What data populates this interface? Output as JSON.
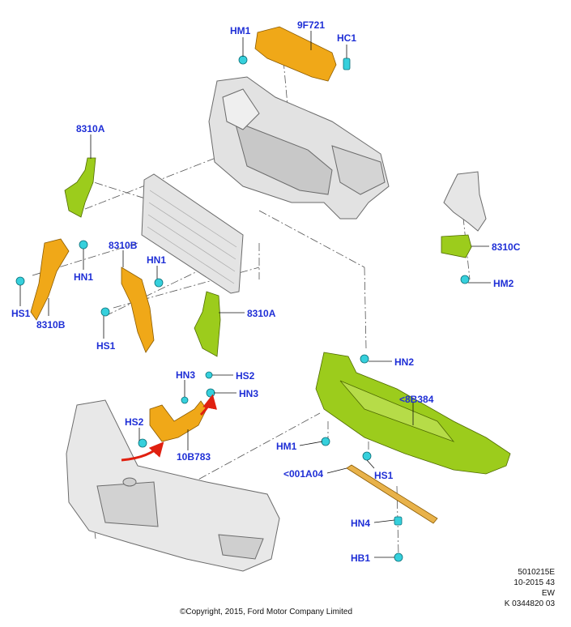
{
  "labels": {
    "hm1_top": "HM1",
    "p9f721": "9F721",
    "hc1": "HC1",
    "p8310a_top": "8310A",
    "hn1_left": "HN1",
    "hs1_left": "HS1",
    "p8310b_left": "8310B",
    "p8310b_mid": "8310B",
    "hn1_mid": "HN1",
    "hs1_mid": "HS1",
    "p8310a_mid": "8310A",
    "p8310c": "8310C",
    "hm2": "HM2",
    "hn2": "HN2",
    "p8b384": "<8B384",
    "hn3_top": "HN3",
    "hs2_right": "HS2",
    "hn3_right": "HN3",
    "hs2_left": "HS2",
    "p10b783": "10B783",
    "hm1_bottom": "HM1",
    "hs1_bottom": "HS1",
    "p001a04": "<001A04",
    "hn4": "HN4",
    "hb1": "HB1"
  },
  "footer": {
    "code_line1": "5010215E",
    "code_line2": "10-2015 43",
    "code_line3": "EW",
    "code_line4": "K 0344820 03",
    "copyright": "©Copyright, 2015, Ford Motor Company Limited"
  },
  "colors": {
    "label": "#1f2fd6",
    "orange_part": "#f0a818",
    "green_part": "#9ccc1c",
    "fastener": "#36d0dc",
    "gray_part": "#dcdcdc"
  }
}
